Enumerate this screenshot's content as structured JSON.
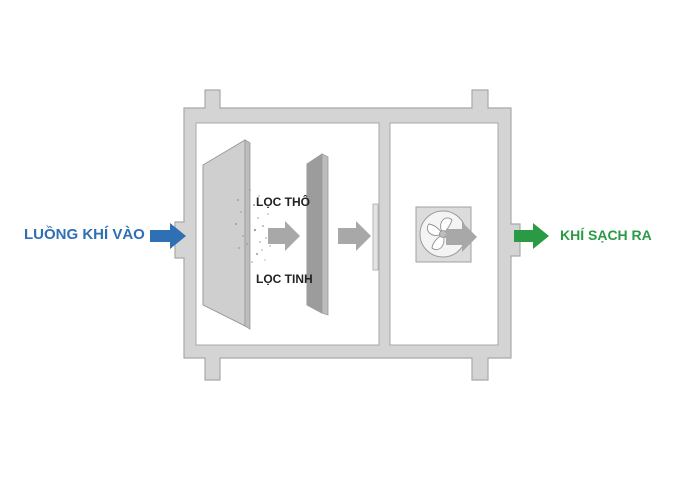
{
  "labels": {
    "inlet": "LUỒNG KHÍ VÀO",
    "coarse_filter": "LỌC THÔ",
    "fine_filter": "LỌC TINH",
    "outlet": "KHÍ SẠCH RA"
  },
  "colors": {
    "inlet": "#2f6fb4",
    "outlet": "#2a9a45",
    "housing_fill": "#d4d4d4",
    "housing_edge": "#a9a9a9",
    "filter_face": "#cfcfcf",
    "filter_edge": "#9a9a9a",
    "fine_filter_face": "#9c9c9c",
    "flow_arrow": "#a8a8a8"
  },
  "icons": {
    "inlet_arrow": "arrow-right-icon",
    "outlet_arrow": "arrow-right-icon",
    "fan": "fan-icon"
  }
}
